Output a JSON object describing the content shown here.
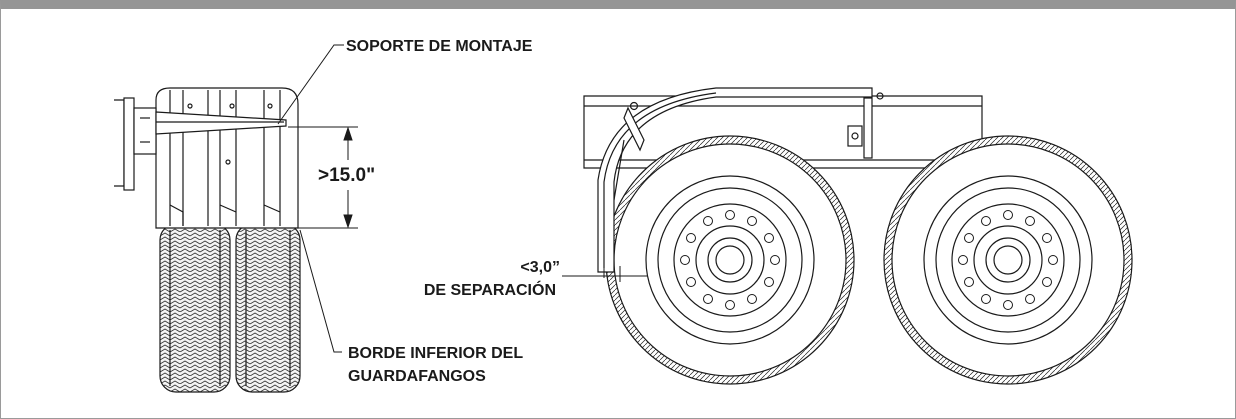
{
  "labels": {
    "mounting_bracket": "SOPORTE DE MONTAJE",
    "clearance_height": ">15.0\"",
    "gap_value": "<3,0”",
    "gap_caption": "DE SEPARACIÓN",
    "fender_edge_line1": "BORDE INFERIOR DEL",
    "fender_edge_line2": "GUARDAFANGOS"
  },
  "colors": {
    "frame_border": "#959595",
    "line": "#1a1a1a",
    "tire_fill": "#f4f4f4"
  }
}
